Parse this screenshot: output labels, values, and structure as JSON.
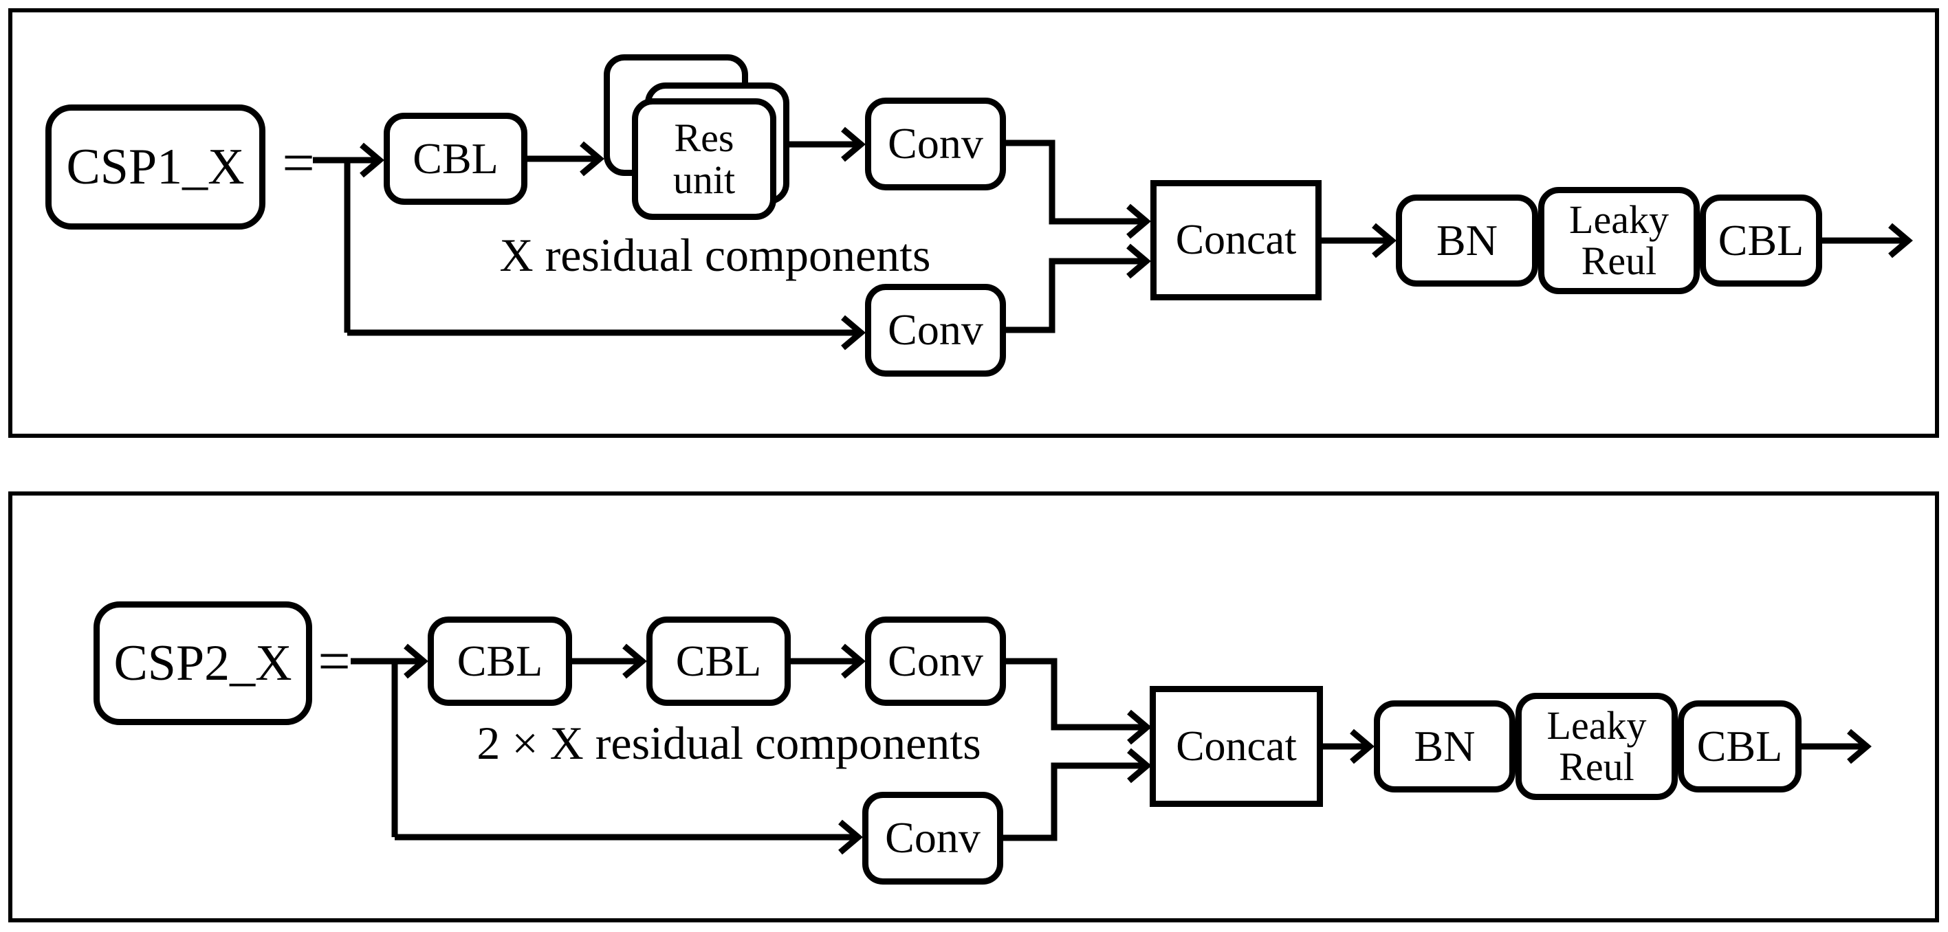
{
  "colors": {
    "ink": "#000000",
    "background": "#ffffff"
  },
  "diagram": {
    "panels": [
      {
        "id": "csp1",
        "lhs_label": "CSP1_X",
        "equals": "=",
        "annotation": "X residual components",
        "boxes": {
          "cbl1": "CBL",
          "res_unit": "Res\nunit",
          "conv_top": "Conv",
          "conv_bottom": "Conv",
          "concat": "Concat",
          "bn": "BN",
          "leaky_relu": "Leaky\nReul",
          "cbl_out": "CBL"
        }
      },
      {
        "id": "csp2",
        "lhs_label": "CSP2_X",
        "equals": "=",
        "annotation": "2 × X residual components",
        "boxes": {
          "cbl1": "CBL",
          "cbl2": "CBL",
          "conv_top": "Conv",
          "conv_bottom": "Conv",
          "concat": "Concat",
          "bn": "BN",
          "leaky_relu": "Leaky\nReul",
          "cbl_out": "CBL"
        }
      }
    ]
  }
}
